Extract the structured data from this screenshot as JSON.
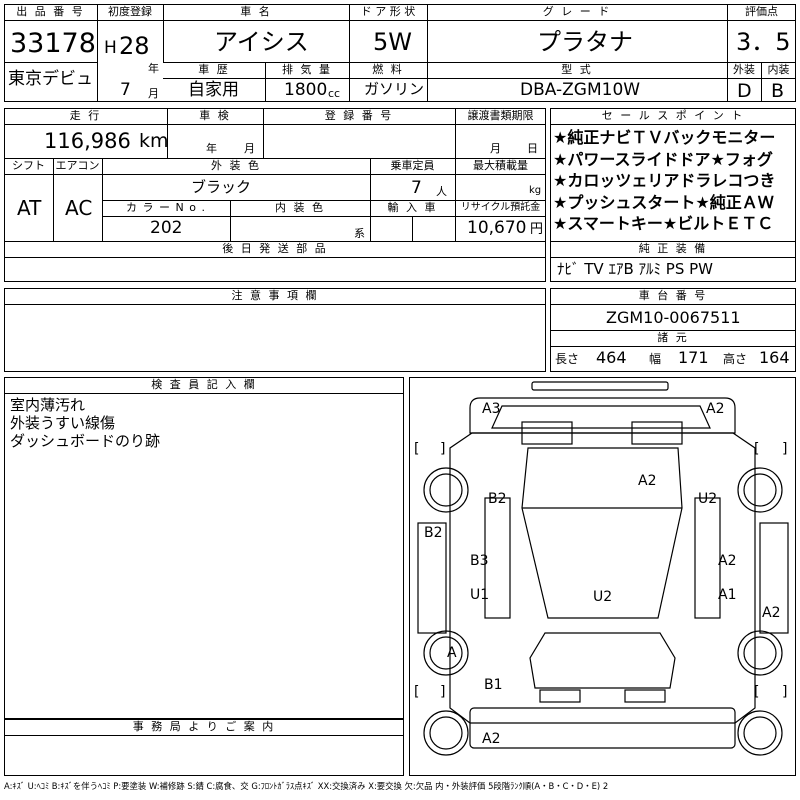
{
  "headers": {
    "lot_no": "出 品 番 号",
    "first_reg": "初度登録",
    "car_name": "車 名",
    "door": "ド ア 形 状",
    "grade": "グ レ ー ド",
    "score": "評価点",
    "history": "車 歴",
    "displacement": "排 気 量",
    "fuel": "燃 料",
    "model": "型 式",
    "exterior_score": "外装",
    "interior_score": "内装",
    "mileage": "走 行",
    "inspection": "車 検",
    "reg_no": "登 録 番 号",
    "transfer_deadline": "譲渡書類期限",
    "sales_points": "セ ー ル ス ポ イ ン ト",
    "shift": "シフト",
    "aircon": "エアコン",
    "ext_color": "外 装 色",
    "capacity": "乗車定員",
    "max_load": "最大積載量",
    "color_no": "カ ラ ー N o .",
    "int_color": "内 装 色",
    "import": "輸 入 車",
    "recycle": "リサイクル預託金",
    "later_parts": "後 日 発 送 部 品",
    "genuine_equip": "純 正 装 備",
    "notes": "注 意 事 項 欄",
    "chassis_no": "車 台 番 号",
    "specs": "諸 元",
    "inspector": "検 査 員 記 入 欄",
    "office": "事 務 局 よ り ご 案 内"
  },
  "vehicle": {
    "lot_no": "33178",
    "venue": "東京デビュ",
    "era": "H",
    "year": "28",
    "year_unit": "年",
    "month": "7",
    "month_unit": "月",
    "car_name": "アイシス",
    "door": "5W",
    "grade": "プラタナ",
    "score": "3．5",
    "history": "自家用",
    "displacement": "1800",
    "displacement_unit": "cc",
    "fuel": "ガソリン",
    "model": "DBA-ZGM10W",
    "exterior_score": "D",
    "interior_score": "B",
    "mileage": "116,986",
    "mileage_unit": "km",
    "inspection_year_unit": "年",
    "inspection_month_unit": "月",
    "transfer_month_unit": "月",
    "transfer_day_unit": "日",
    "shift": "AT",
    "aircon": "AC",
    "ext_color": "ブラック",
    "capacity": "7",
    "capacity_unit": "人",
    "max_load_unit": "kg",
    "color_no": "202",
    "int_color_unit": "系",
    "recycle": "10,670",
    "recycle_unit": "円",
    "chassis_no": "ZGM10-0067511",
    "length_label": "長さ",
    "length": "464",
    "width_label": "幅",
    "width": "171",
    "height_label": "高さ",
    "height": "164",
    "equipment": "ﾅﾋﾞ TV ｴｱB ｱﾙﾐ PS PW"
  },
  "sales_points": [
    "★純正ナビＴＶバックモニター",
    "★パワースライドドア★フォグ",
    "★カロッツェリアドラレコつき",
    "★プッシュスタート★純正ＡＷ",
    "★スマートキー★ビルトＥＴＣ"
  ],
  "inspector_notes": [
    "室内薄汚れ",
    "外装うすい線傷",
    "ダッシュボードのり跡"
  ],
  "damage_marks": {
    "rear_left": "A3",
    "rear_right": "A2",
    "roof": "A2",
    "left_rear_quarter": "B2",
    "right_rear_quarter": "U2",
    "left_side": "B2",
    "left_rear_door": "B3",
    "right_rear_door": "A2",
    "left_front_door": "U1",
    "hood_center": "U2",
    "right_front_door": "A1",
    "right_side": "A2",
    "left_front_wheel": "A",
    "left_front_fender": "B1",
    "front_bumper": "A2"
  },
  "legend": "A:ｷｽﾞ U:ﾍｺﾐ B:ｷｽﾞを伴うﾍｺﾐ P:要塗装 W:補修跡 S:錆 C:腐食、交 G:ﾌﾛﾝﾄｶﾞﾗｽ点ｷｽﾞ XX:交換済み X:要交換 欠:欠品 内・外装評価 5段階ﾗﾝｸ順(A・B・C・D・E) 2"
}
